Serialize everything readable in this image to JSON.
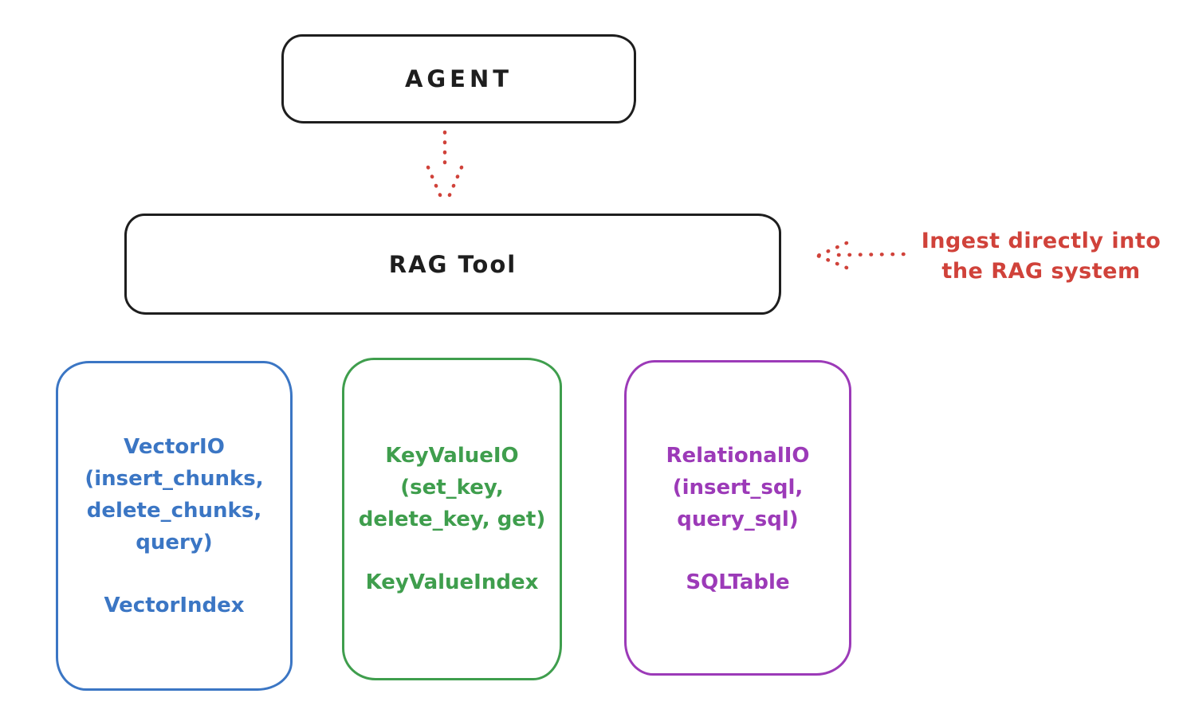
{
  "canvas": {
    "background": "#ffffff"
  },
  "colors": {
    "ink": "#1e1e1e",
    "annotation_red": "#d0423a",
    "vector_blue": "#3b76c4",
    "keyvalue_green": "#3f9e4d",
    "relational_purple": "#9c3ab8"
  },
  "nodes": {
    "agent": {
      "label": "AGENT"
    },
    "rag_tool": {
      "label": "RAG Tool"
    },
    "vector_io": {
      "lines": [
        "VectorIO",
        "(insert_chunks,",
        "delete_chunks,",
        "query)"
      ],
      "index": "VectorIndex"
    },
    "key_value_io": {
      "lines": [
        "KeyValueIO",
        "(set_key,",
        "delete_key, get)"
      ],
      "index": "KeyValueIndex"
    },
    "relational_io": {
      "lines": [
        "RelationalIO",
        "(insert_sql,",
        "query_sql)"
      ],
      "index": "SQLTable"
    }
  },
  "annotation": {
    "lines": [
      "Ingest directly into",
      "the RAG system"
    ]
  }
}
